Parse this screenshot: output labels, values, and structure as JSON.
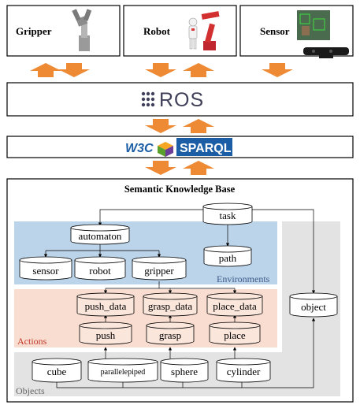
{
  "top_boxes": {
    "gripper": "Gripper",
    "robot": "Robot",
    "sensor": "Sensor"
  },
  "ros_label": "ROS",
  "w3c_label": "W3C",
  "sparql_label": "SPARQL",
  "kb": {
    "title": "Semantic Knowledge Base",
    "task": "task",
    "automaton": "automaton",
    "sensor": "sensor",
    "robot": "robot",
    "gripper": "gripper",
    "path": "path",
    "object": "object",
    "push_data": "push_data",
    "grasp_data": "grasp_data",
    "place_data": "place_data",
    "push": "push",
    "grasp": "grasp",
    "place": "place",
    "cube": "cube",
    "parallelepiped": "parallelepiped",
    "sphere": "sphere",
    "cylinder": "cylinder"
  },
  "regions": {
    "environments": "Environments",
    "actions": "Actions",
    "objects": "Objects"
  },
  "colors": {
    "arrow_orange": "#ee8a33",
    "environments_fill": "#bcd4ea",
    "actions_fill": "#f9ddd0",
    "objects_fill": "#e3e3e3",
    "cylinder_fill": "#ffffff",
    "actions_cylinder_fill": "#fbe6dc",
    "sparql_blue": "#1b5ea6"
  }
}
